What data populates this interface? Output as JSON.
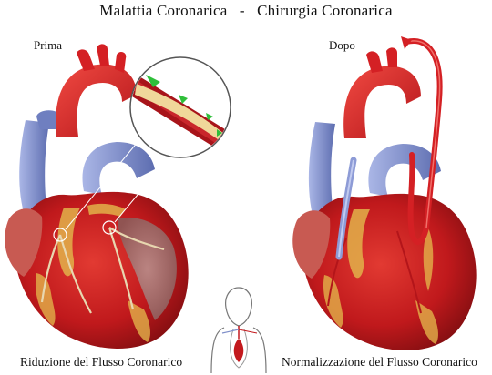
{
  "title": "Malattia Coronarica   -   Chirurgia Coronarica",
  "panels": {
    "before": {
      "label": "Prima",
      "caption": "Riduzione del Flusso Coronarico"
    },
    "after": {
      "label": "Dopo",
      "caption": "Normalizzazione del Flusso Coronarico"
    }
  },
  "colors": {
    "heart_red": "#c3191d",
    "aorta_red": "#e0282a",
    "vein_blue": "#7f8fc9",
    "fat_yellow": "#e2b24a",
    "plaque": "#f0d79a",
    "flow_green": "#2fbf3a"
  }
}
